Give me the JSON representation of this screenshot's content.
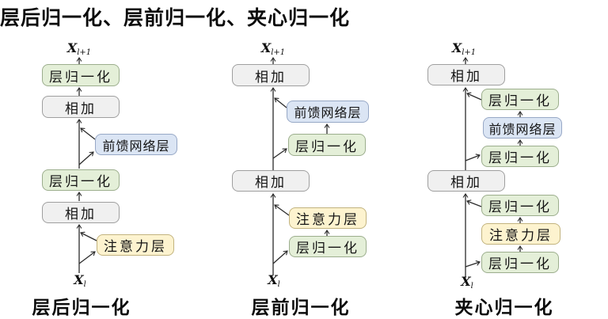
{
  "title": "层后归一化、层前归一化、夹心归一化",
  "labels": {
    "layer_norm": "层归一化",
    "add": "相加",
    "ffn": "前馈网络层",
    "attention": "注意力层",
    "x_base": "X",
    "x_out_sub": "l+1",
    "x_in_sub": "l"
  },
  "columns": [
    {
      "caption": "层后归一化",
      "flow_bottom_to_top": [
        "X_l",
        "注意力层",
        "相加",
        "层归一化",
        "前馈网络层",
        "相加",
        "层归一化",
        "X_l+1"
      ]
    },
    {
      "caption": "层前归一化",
      "flow_bottom_to_top": [
        "X_l",
        "层归一化",
        "注意力层",
        "相加",
        "层归一化",
        "前馈网络层",
        "相加",
        "X_l+1"
      ]
    },
    {
      "caption": "夹心归一化",
      "flow_bottom_to_top": [
        "X_l",
        "层归一化",
        "注意力层",
        "层归一化",
        "相加",
        "层归一化",
        "前馈网络层",
        "层归一化",
        "相加",
        "X_l+1"
      ]
    }
  ],
  "colors": {
    "layer_norm_fill": "#e4efd8",
    "add_fill": "#f0f0f0",
    "ffn_fill": "#dbe5f4",
    "attention_fill": "#fdf3cf",
    "line": "#2b2b2b",
    "text": "#111111",
    "background": "#ffffff"
  }
}
